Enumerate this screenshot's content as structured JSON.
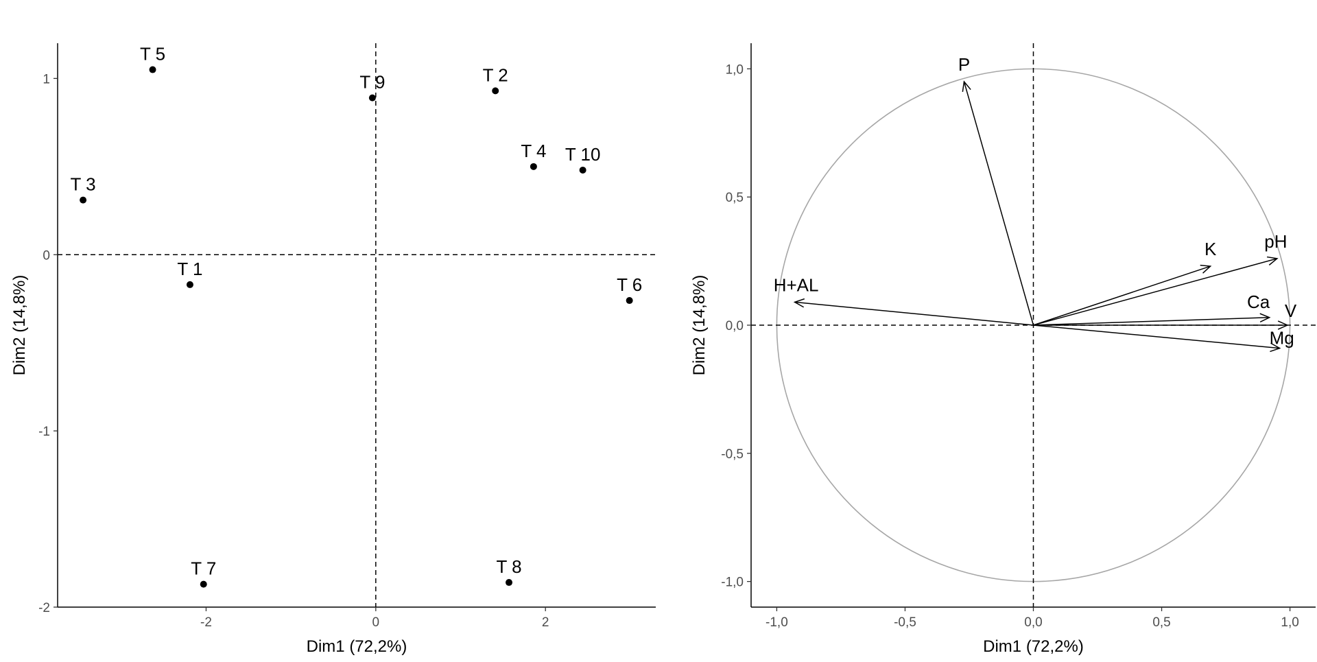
{
  "chart_data": [
    {
      "type": "scatter",
      "xlabel": "Dim1 (72,2%)",
      "ylabel": "Dim2 (14,8%)",
      "xlim": [
        -3.75,
        3.3
      ],
      "ylim": [
        -2.0,
        1.2
      ],
      "xticks": [
        -2,
        0,
        2
      ],
      "xtick_labels": [
        "-2",
        "0",
        "2"
      ],
      "yticks": [
        -2,
        -1,
        0,
        1
      ],
      "ytick_labels": [
        "-2",
        "-1",
        "0",
        "1"
      ],
      "grid": false,
      "reference_lines": {
        "x": 0,
        "y": 0,
        "style": "dashed"
      },
      "points": [
        {
          "label": "T 5",
          "x": -2.63,
          "y": 1.05
        },
        {
          "label": "T 9",
          "x": -0.04,
          "y": 0.89
        },
        {
          "label": "T 2",
          "x": 1.41,
          "y": 0.93
        },
        {
          "label": "T 3",
          "x": -3.45,
          "y": 0.31
        },
        {
          "label": "T 4",
          "x": 1.86,
          "y": 0.5
        },
        {
          "label": "T 10",
          "x": 2.44,
          "y": 0.48
        },
        {
          "label": "T 1",
          "x": -2.19,
          "y": -0.17
        },
        {
          "label": "T 6",
          "x": 2.99,
          "y": -0.26
        },
        {
          "label": "T 7",
          "x": -2.03,
          "y": -1.87
        },
        {
          "label": "T 8",
          "x": 1.57,
          "y": -1.86
        }
      ]
    },
    {
      "type": "line",
      "subtype": "correlation-circle",
      "xlabel": "Dim1 (72,2%)",
      "ylabel": "Dim2 (14,8%)",
      "xlim": [
        -1.1,
        1.1
      ],
      "ylim": [
        -1.1,
        1.1
      ],
      "xticks": [
        -1.0,
        -0.5,
        0.0,
        0.5,
        1.0
      ],
      "xtick_labels": [
        "-1,0",
        "-0,5",
        "0,0",
        "0,5",
        "1,0"
      ],
      "yticks": [
        -1.0,
        -0.5,
        0.0,
        0.5,
        1.0
      ],
      "ytick_labels": [
        "-1,0",
        "-0,5",
        "0,0",
        "0,5",
        "1,0"
      ],
      "grid": false,
      "circle_radius": 1.0,
      "reference_lines": {
        "x": 0,
        "y": 0,
        "style": "dashed"
      },
      "variables": [
        {
          "label": "P",
          "x": -0.27,
          "y": 0.95
        },
        {
          "label": "K",
          "x": 0.69,
          "y": 0.23
        },
        {
          "label": "pH",
          "x": 0.95,
          "y": 0.26
        },
        {
          "label": "H+AL",
          "x": -0.93,
          "y": 0.09
        },
        {
          "label": "Ca",
          "x": 0.92,
          "y": 0.03
        },
        {
          "label": "V",
          "x": 0.99,
          "y": 0.0
        },
        {
          "label": "Mg",
          "x": 0.96,
          "y": -0.09
        }
      ]
    }
  ]
}
